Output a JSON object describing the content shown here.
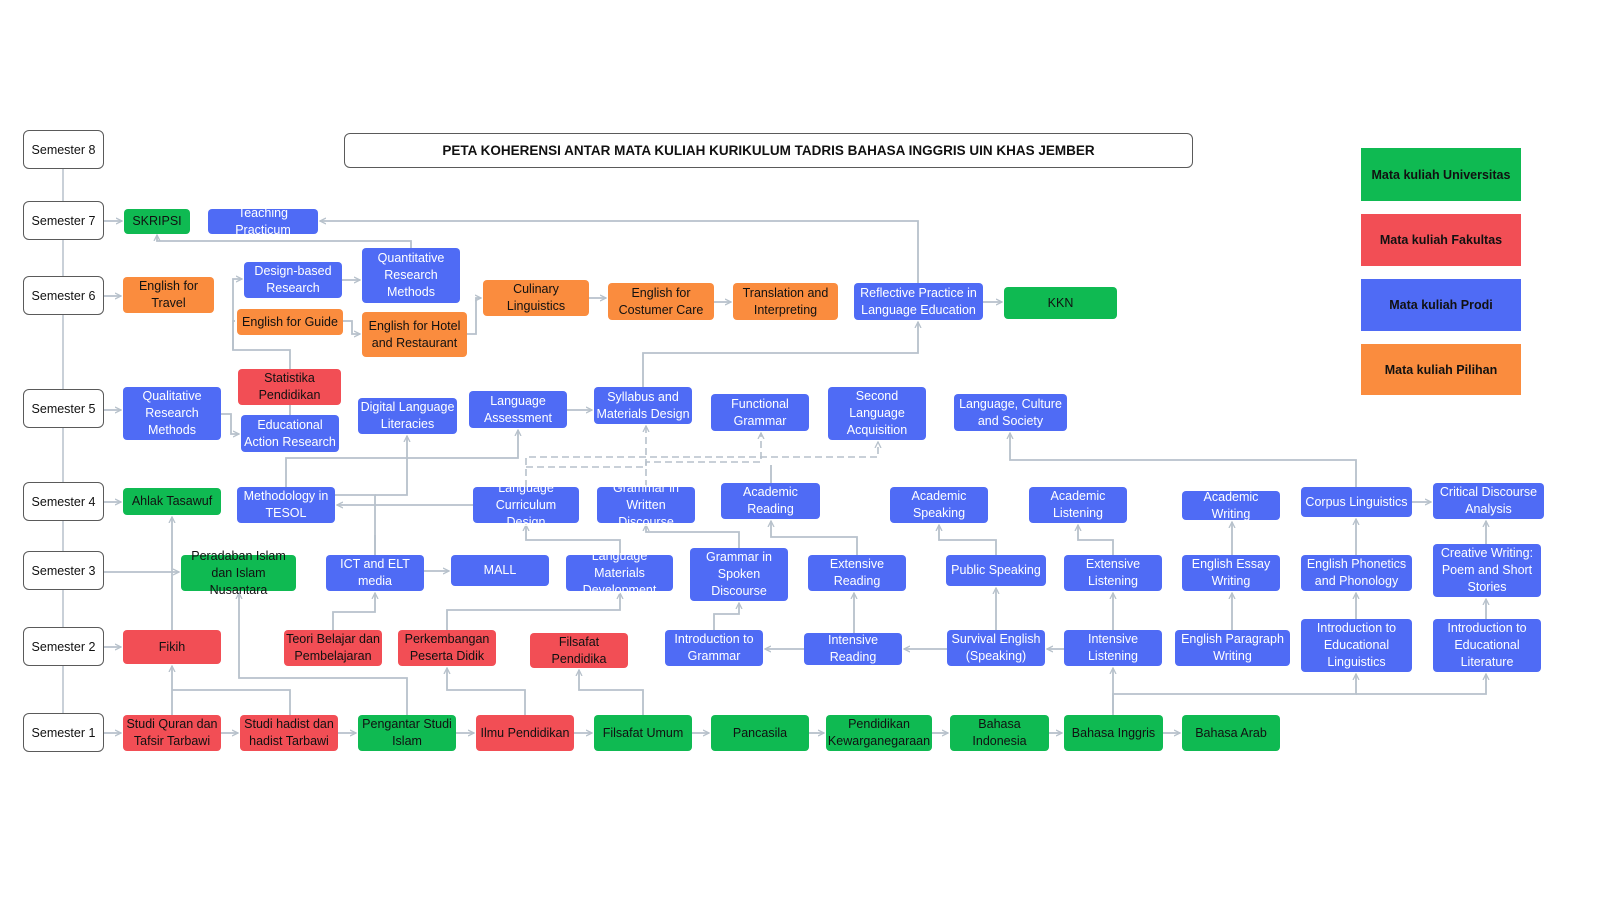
{
  "title": "PETA KOHERENSI ANTAR MATA KULIAH KURIKULUM TADRIS BAHASA INGGRIS UIN KHAS JEMBER",
  "colors": {
    "universitas": "#0fba52",
    "fakultas": "#f24e55",
    "prodi": "#4f6bf5",
    "pilihan": "#fa8c3e",
    "connector": "#b7c1cb"
  },
  "legend": {
    "universitas": "Mata kuliah Universitas",
    "fakultas": "Mata kuliah Fakultas",
    "prodi": "Mata kuliah Prodi",
    "pilihan": "Mata kuliah Pilihan"
  },
  "semesters": {
    "s8": "Semester 8",
    "s7": "Semester 7",
    "s6": "Semester 6",
    "s5": "Semester 5",
    "s4": "Semester 4",
    "s3": "Semester 3",
    "s2": "Semester 2",
    "s1": "Semester 1"
  },
  "courses": {
    "skripsi": "SKRIPSI",
    "teaching_practicum": "Teaching Practicum",
    "english_travel": "English for Travel",
    "design_research": "Design-based Research",
    "quant_research": "Quantitative Research Methods",
    "english_guide": "English for Guide",
    "english_hotel": "English for Hotel and Restaurant",
    "culinary_ling": "Culinary Linguistics",
    "english_customer": "English for Costumer Care",
    "translation": "Translation and Interpreting",
    "reflective_practice": "Reflective Practice in Language Education",
    "kkn": "KKN",
    "statistika": "Statistika Pendidikan",
    "qual_research": "Qualitative Research Methods",
    "edu_action_research": "Educational Action Research",
    "digital_literacies": "Digital Language Literacies",
    "lang_assessment": "Language Assessment",
    "syllabus_design": "Syllabus and Materials Design",
    "functional_grammar": "Functional Grammar",
    "sla": "Second Language Acquisition",
    "lang_culture": "Language, Culture and Society",
    "ahlak_tasawuf": "Ahlak Tasawuf",
    "methodology_tesol": "Methodology in TESOL",
    "lang_curriculum": "Language Curriculum Design",
    "grammar_written": "Grammar in Written Discourse",
    "academic_reading": "Academic Reading",
    "academic_speaking": "Academic Speaking",
    "academic_listening": "Academic Listening",
    "academic_writing": "Academic Writing",
    "corpus_ling": "Corpus Linguistics",
    "cda": "Critical Discourse Analysis",
    "peradaban_islam": "Peradaban Islam dan Islam Nusantara",
    "ict_elt": "ICT and ELT media",
    "mall": "MALL",
    "lang_materials": "Language Materials Development",
    "grammar_spoken": "Grammar in Spoken Discourse",
    "extensive_reading": "Extensive Reading",
    "public_speaking": "Public Speaking",
    "extensive_listening": "Extensive Listening",
    "essay_writing": "English Essay Writing",
    "phonetics": "English Phonetics and Phonology",
    "creative_writing": "Creative Writing: Poem and Short Stories",
    "fikih": "Fikih",
    "teori_belajar": "Teori Belajar dan Pembelajaran",
    "perkembangan": "Perkembangan Peserta Didik",
    "filsafat_pendidikan": "Filsafat Pendidika",
    "intro_grammar": "Introduction to Grammar",
    "intensive_reading": "Intensive Reading",
    "survival_english": "Survival English (Speaking)",
    "intensive_listening": "Intensive Listening",
    "paragraph_writing": "English Paragraph Writing",
    "intro_edu_ling": "Introduction to Educational Linguistics",
    "intro_edu_lit": "Introduction to Educational Literature",
    "studi_quran": "Studi Quran dan Tafsir Tarbawi",
    "studi_hadist": "Studi hadist dan hadist Tarbawi",
    "pengantar_studi_islam": "Pengantar Studi Islam",
    "ilmu_pendidikan": "Ilmu Pendidikan",
    "filsafat_umum": "Filsafat Umum",
    "pancasila": "Pancasila",
    "kewarganegaraan": "Pendidikan Kewarganegaraan",
    "bahasa_indonesia": "Bahasa Indonesia",
    "bahasa_inggris": "Bahasa Inggris",
    "bahasa_arab": "Bahasa Arab"
  }
}
